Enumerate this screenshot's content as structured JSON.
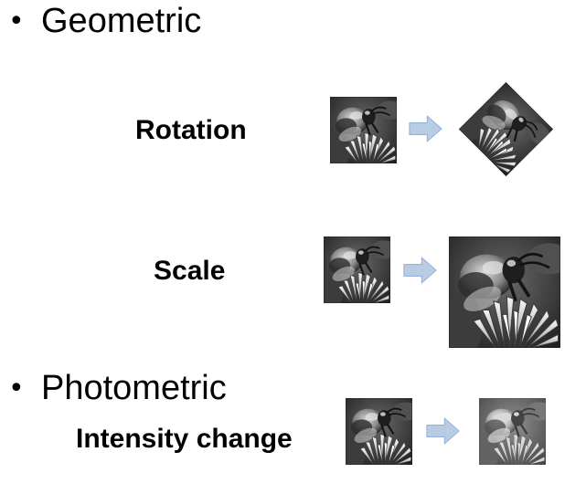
{
  "slide": {
    "bullets": [
      {
        "symbol": "•",
        "text": "Geometric"
      },
      {
        "symbol": "•",
        "text": "Photometric"
      }
    ],
    "transformations": {
      "rotation": {
        "label": "Rotation"
      },
      "scale": {
        "label": "Scale"
      },
      "intensity": {
        "label": "Intensity change"
      }
    }
  },
  "colors": {
    "arrow_fill": "#b8cce4",
    "arrow_stroke": "#95b3d7"
  },
  "icons": {
    "image": "bee-on-thistle-image",
    "arrow": "right-block-arrow-icon"
  }
}
